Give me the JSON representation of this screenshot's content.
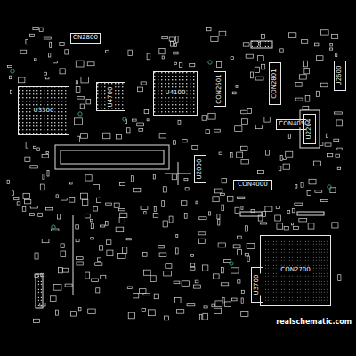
{
  "diagram": {
    "nodes": [
      {
        "text": [
          "CN2800"
        ]
      },
      {
        "text": [
          "U2600"
        ]
      },
      {
        "text": [
          "CON2601"
        ]
      },
      {
        "text": [
          "CON2801"
        ]
      },
      {
        "text": [
          "U4100"
        ]
      },
      {
        "text": [
          "U4700"
        ]
      },
      {
        "text": [
          "U3300"
        ]
      },
      {
        "text": [
          "CON4050"
        ]
      },
      {
        "text": [
          "U2204"
        ]
      },
      {
        "text": [
          "U2000"
        ]
      },
      {
        "text": [
          "CON4000"
        ]
      },
      {
        "text": [
          "CON2700"
        ]
      },
      {
        "text": [
          "U3700"
        ]
      }
    ],
    "edges": [],
    "labels": [
      "realschematic.com"
    ]
  }
}
